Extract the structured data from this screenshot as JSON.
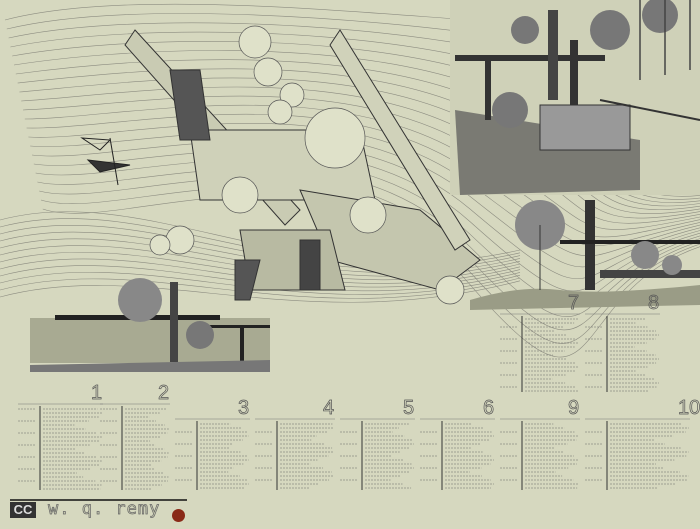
{
  "title_block": {
    "monogram": "CC",
    "author": "w. q. remy"
  },
  "note_panels": [
    {
      "number": "1"
    },
    {
      "number": "2"
    },
    {
      "number": "3"
    },
    {
      "number": "4"
    },
    {
      "number": "5"
    },
    {
      "number": "6"
    },
    {
      "number": "7"
    },
    {
      "number": "8"
    },
    {
      "number": "9"
    },
    {
      "number": "10"
    }
  ],
  "colors": {
    "paper": "#d6d8bf",
    "ink": "#333333",
    "seal": "#8a2a18"
  }
}
